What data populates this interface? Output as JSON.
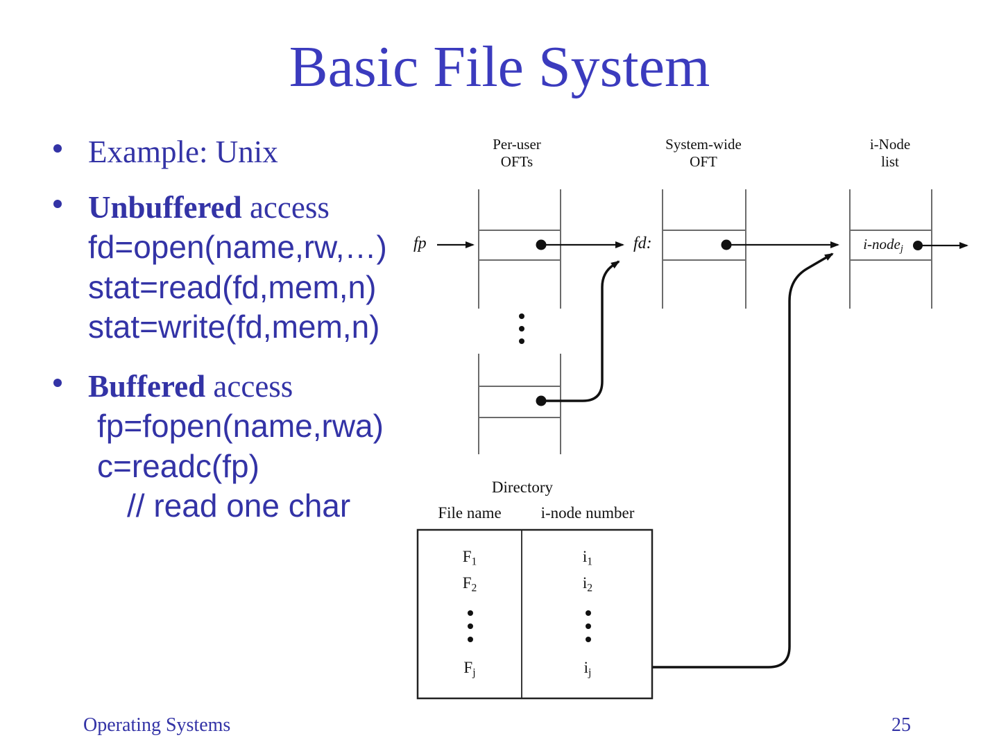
{
  "title": "Basic File System",
  "bullets": {
    "example": "Example: Unix",
    "unbuffered_bold": "Unbuffered",
    "unbuffered_rest": " access",
    "unbuffered_code": [
      "fd=open(name,rw,…)",
      "stat=read(fd,mem,n)",
      "stat=write(fd,mem,n)"
    ],
    "buffered_bold": "Buffered",
    "buffered_rest": " access",
    "buffered_code": [
      "fp=fopen(name,rwa)",
      "c=readc(fp)"
    ],
    "buffered_comment": "// read one char"
  },
  "diagram": {
    "per_user_label_line1": "Per-user",
    "per_user_label_line2": "OFTs",
    "system_label_line1": "System-wide",
    "system_label_line2": "OFT",
    "inode_label_line1": "i-Node",
    "inode_label_line2": "list",
    "fp_label": "fp",
    "fd_label": "fd:",
    "inode_cell": {
      "base": "i-node",
      "sub": "j"
    },
    "directory": {
      "title": "Directory",
      "col1_header": "File name",
      "col2_header": "i-node number",
      "rows": [
        {
          "name": "F",
          "name_sub": "1",
          "num": "i",
          "num_sub": "1"
        },
        {
          "name": "F",
          "name_sub": "2",
          "num": "i",
          "num_sub": "2"
        },
        {
          "name": "F",
          "name_sub": "j",
          "num": "i",
          "num_sub": "j"
        }
      ]
    }
  },
  "footer": {
    "course": "Operating Systems",
    "page": "25"
  },
  "colors": {
    "title_blue": "#3B3BBE",
    "text_blue": "#3333A6",
    "grid_gray": "#6b6b6b",
    "ink_black": "#111111"
  }
}
